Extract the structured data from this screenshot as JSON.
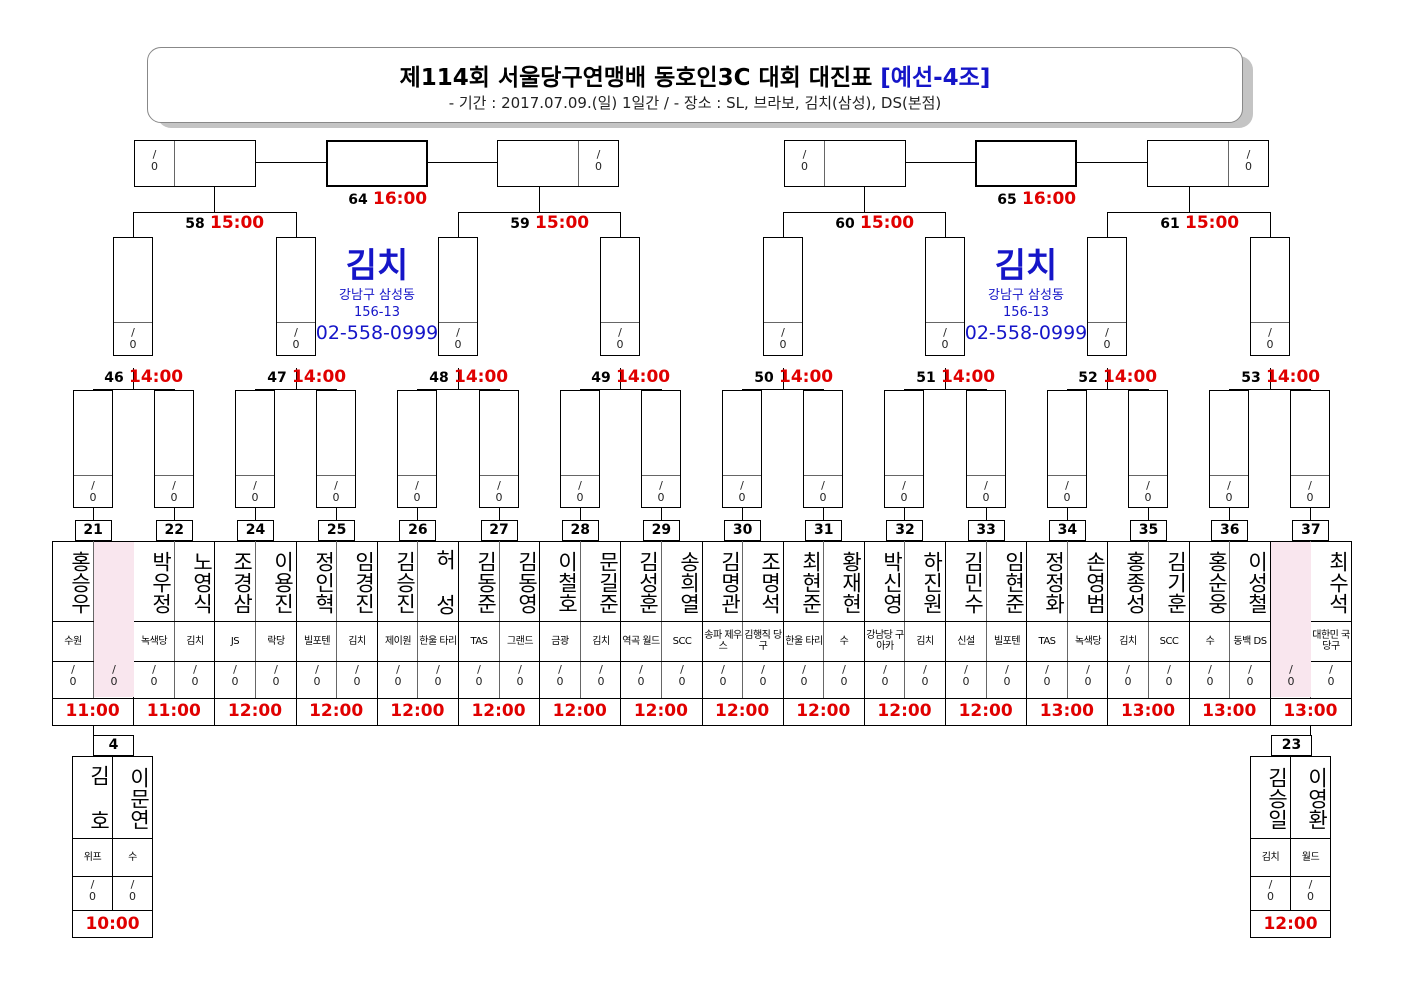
{
  "header": {
    "title_main": "제114회 서울당구연맹배 동호인3C 대회 대진표",
    "title_accent": "[예선-4조]",
    "subtitle": "- 기간 : 2017.07.09.(일) 1일간 / - 장소 : SL, 브라보, 김치(삼성), DS(본점)"
  },
  "score_placeholder": "/\n0",
  "venue_info": {
    "name": "김치",
    "address_line1": "강남구 삼성동",
    "address_line2": "156-13",
    "phone": "02-558-0999"
  },
  "final_matches": [
    {
      "num": "64",
      "time": "16:00"
    },
    {
      "num": "65",
      "time": "16:00"
    }
  ],
  "round3_matches": [
    {
      "num": "58",
      "time": "15:00"
    },
    {
      "num": "59",
      "time": "15:00"
    },
    {
      "num": "60",
      "time": "15:00"
    },
    {
      "num": "61",
      "time": "15:00"
    }
  ],
  "round2_matches": [
    {
      "num": "46",
      "time": "14:00"
    },
    {
      "num": "47",
      "time": "14:00"
    },
    {
      "num": "48",
      "time": "14:00"
    },
    {
      "num": "49",
      "time": "14:00"
    },
    {
      "num": "50",
      "time": "14:00"
    },
    {
      "num": "51",
      "time": "14:00"
    },
    {
      "num": "52",
      "time": "14:00"
    },
    {
      "num": "53",
      "time": "14:00"
    }
  ],
  "first_round": [
    {
      "num": "21",
      "time": "11:00",
      "players": [
        {
          "name": "홍승우",
          "club": "수원"
        },
        {
          "name": "",
          "club": "",
          "empty": true
        }
      ]
    },
    {
      "num": "22",
      "time": "11:00",
      "players": [
        {
          "name": "박우정",
          "club": "녹색당"
        },
        {
          "name": "노영식",
          "club": "김치"
        }
      ]
    },
    {
      "num": "24",
      "time": "12:00",
      "players": [
        {
          "name": "조경삼",
          "club": "JS"
        },
        {
          "name": "이용진",
          "club": "락당"
        }
      ]
    },
    {
      "num": "25",
      "time": "12:00",
      "players": [
        {
          "name": "정인혁",
          "club": "빌포텐"
        },
        {
          "name": "임경진",
          "club": "김치"
        }
      ]
    },
    {
      "num": "26",
      "time": "12:00",
      "players": [
        {
          "name": "김승진",
          "club": "제이원"
        },
        {
          "name": "허 성",
          "club": "한울 타리"
        }
      ]
    },
    {
      "num": "27",
      "time": "12:00",
      "players": [
        {
          "name": "김동준",
          "club": "TAS"
        },
        {
          "name": "김동영",
          "club": "그랜드"
        }
      ]
    },
    {
      "num": "28",
      "time": "12:00",
      "players": [
        {
          "name": "이철호",
          "club": "금광"
        },
        {
          "name": "문길준",
          "club": "김치"
        }
      ]
    },
    {
      "num": "29",
      "time": "12:00",
      "players": [
        {
          "name": "김성훈",
          "club": "역곡 월드"
        },
        {
          "name": "송희열",
          "club": "SCC"
        }
      ]
    },
    {
      "num": "30",
      "time": "12:00",
      "players": [
        {
          "name": "김명관",
          "club": "송파 제우스"
        },
        {
          "name": "조명석",
          "club": "김행직 당구"
        }
      ]
    },
    {
      "num": "31",
      "time": "12:00",
      "players": [
        {
          "name": "최현준",
          "club": "한울 타리"
        },
        {
          "name": "황재현",
          "club": "수"
        }
      ]
    },
    {
      "num": "32",
      "time": "12:00",
      "players": [
        {
          "name": "박신영",
          "club": "강남당 구아카"
        },
        {
          "name": "하진원",
          "club": "김치"
        }
      ]
    },
    {
      "num": "33",
      "time": "12:00",
      "players": [
        {
          "name": "김민수",
          "club": "신설"
        },
        {
          "name": "임현준",
          "club": "빌포텐"
        }
      ]
    },
    {
      "num": "34",
      "time": "13:00",
      "players": [
        {
          "name": "정정화",
          "club": "TAS"
        },
        {
          "name": "손영범",
          "club": "녹색당"
        }
      ]
    },
    {
      "num": "35",
      "time": "13:00",
      "players": [
        {
          "name": "홍종성",
          "club": "김치"
        },
        {
          "name": "김기훈",
          "club": "SCC"
        }
      ]
    },
    {
      "num": "36",
      "time": "13:00",
      "players": [
        {
          "name": "홍순웅",
          "club": "수"
        },
        {
          "name": "이성철",
          "club": "동백 DS"
        }
      ]
    },
    {
      "num": "37",
      "time": "13:00",
      "players": [
        {
          "name": "",
          "club": "",
          "empty": true
        },
        {
          "name": "최수석",
          "club": "대한민 국당구"
        }
      ]
    }
  ],
  "prelim_matches": [
    {
      "num": "4",
      "time": "10:00",
      "players": [
        {
          "name": "김 호",
          "club": "위프"
        },
        {
          "name": "이문연",
          "club": "수"
        }
      ]
    },
    {
      "num": "23",
      "time": "12:00",
      "players": [
        {
          "name": "김승일",
          "club": "김치"
        },
        {
          "name": "이영환",
          "club": "월드"
        }
      ]
    }
  ]
}
